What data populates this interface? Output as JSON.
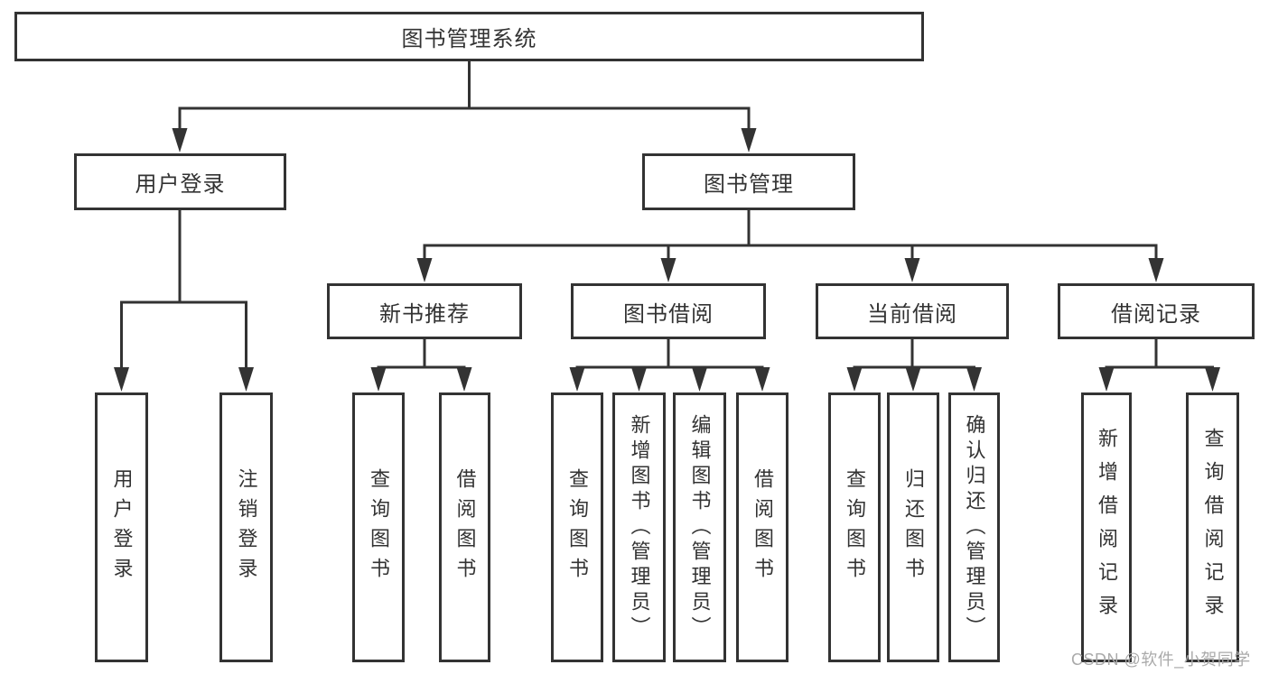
{
  "tree": {
    "root": "图书管理系统",
    "branches": [
      {
        "label": "用户登录",
        "children": [
          {
            "label": "用户登录"
          },
          {
            "label": "注销登录"
          }
        ]
      },
      {
        "label": "图书管理",
        "children": [
          {
            "label": "新书推荐",
            "children": [
              {
                "label": "查询图书"
              },
              {
                "label": "借阅图书"
              }
            ]
          },
          {
            "label": "图书借阅",
            "children": [
              {
                "label": "查询图书"
              },
              {
                "label": "新增图书（管理员）"
              },
              {
                "label": "编辑图书（管理员）"
              },
              {
                "label": "借阅图书"
              }
            ]
          },
          {
            "label": "当前借阅",
            "children": [
              {
                "label": "查询图书"
              },
              {
                "label": "归还图书"
              },
              {
                "label": "确认归还（管理员）"
              }
            ]
          },
          {
            "label": "借阅记录",
            "children": [
              {
                "label": "新增借阅记录"
              },
              {
                "label": "查询借阅记录"
              }
            ]
          }
        ]
      }
    ]
  },
  "watermark": "CSDN @软件_小贺同学",
  "colors": {
    "line": "#333333",
    "text": "#333333",
    "watermark_text": "#aaaaaa",
    "background": "#ffffff"
  }
}
